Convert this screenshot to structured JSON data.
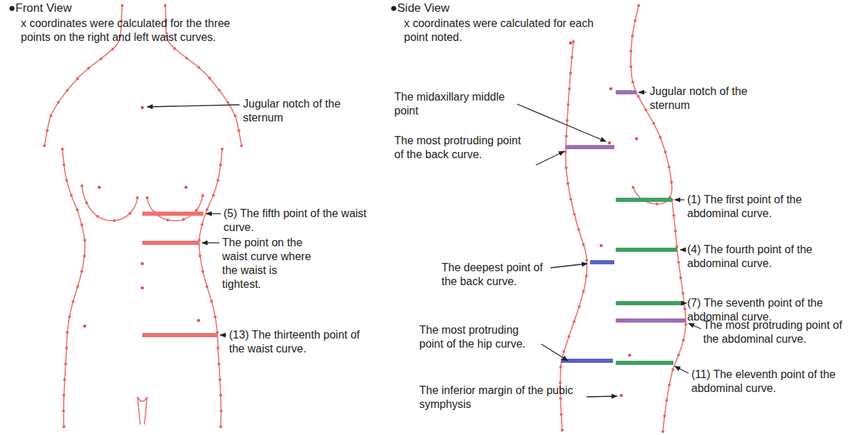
{
  "diagram": {
    "labels": [
      "●Front View",
      "x coordinates were calculated for the three points on the right and left waist curves.",
      "Jugular notch of the sternum",
      "(5) The fifth point of the waist curve.",
      "The point on the waist curve where the waist is tightest.",
      "(13) The thirteenth point of the waist curve.",
      "●Side View",
      "x coordinates were calculated for each point noted.",
      "The midaxillary middle point",
      "The most protruding point of the back curve.",
      "The deepest point of the back curve.",
      "The most protruding point of the hip curve.",
      "The inferior margin of the pubic symphysis",
      "Jugular notch of the sternum",
      "(1) The first point of the abdominal curve.",
      "(4) The fourth point of the abdominal curve.",
      "(7) The seventh point of the abdominal curve.",
      "The most protruding point of the abdominal curve.",
      "(11) The eleventh point of the abdominal curve."
    ]
  }
}
